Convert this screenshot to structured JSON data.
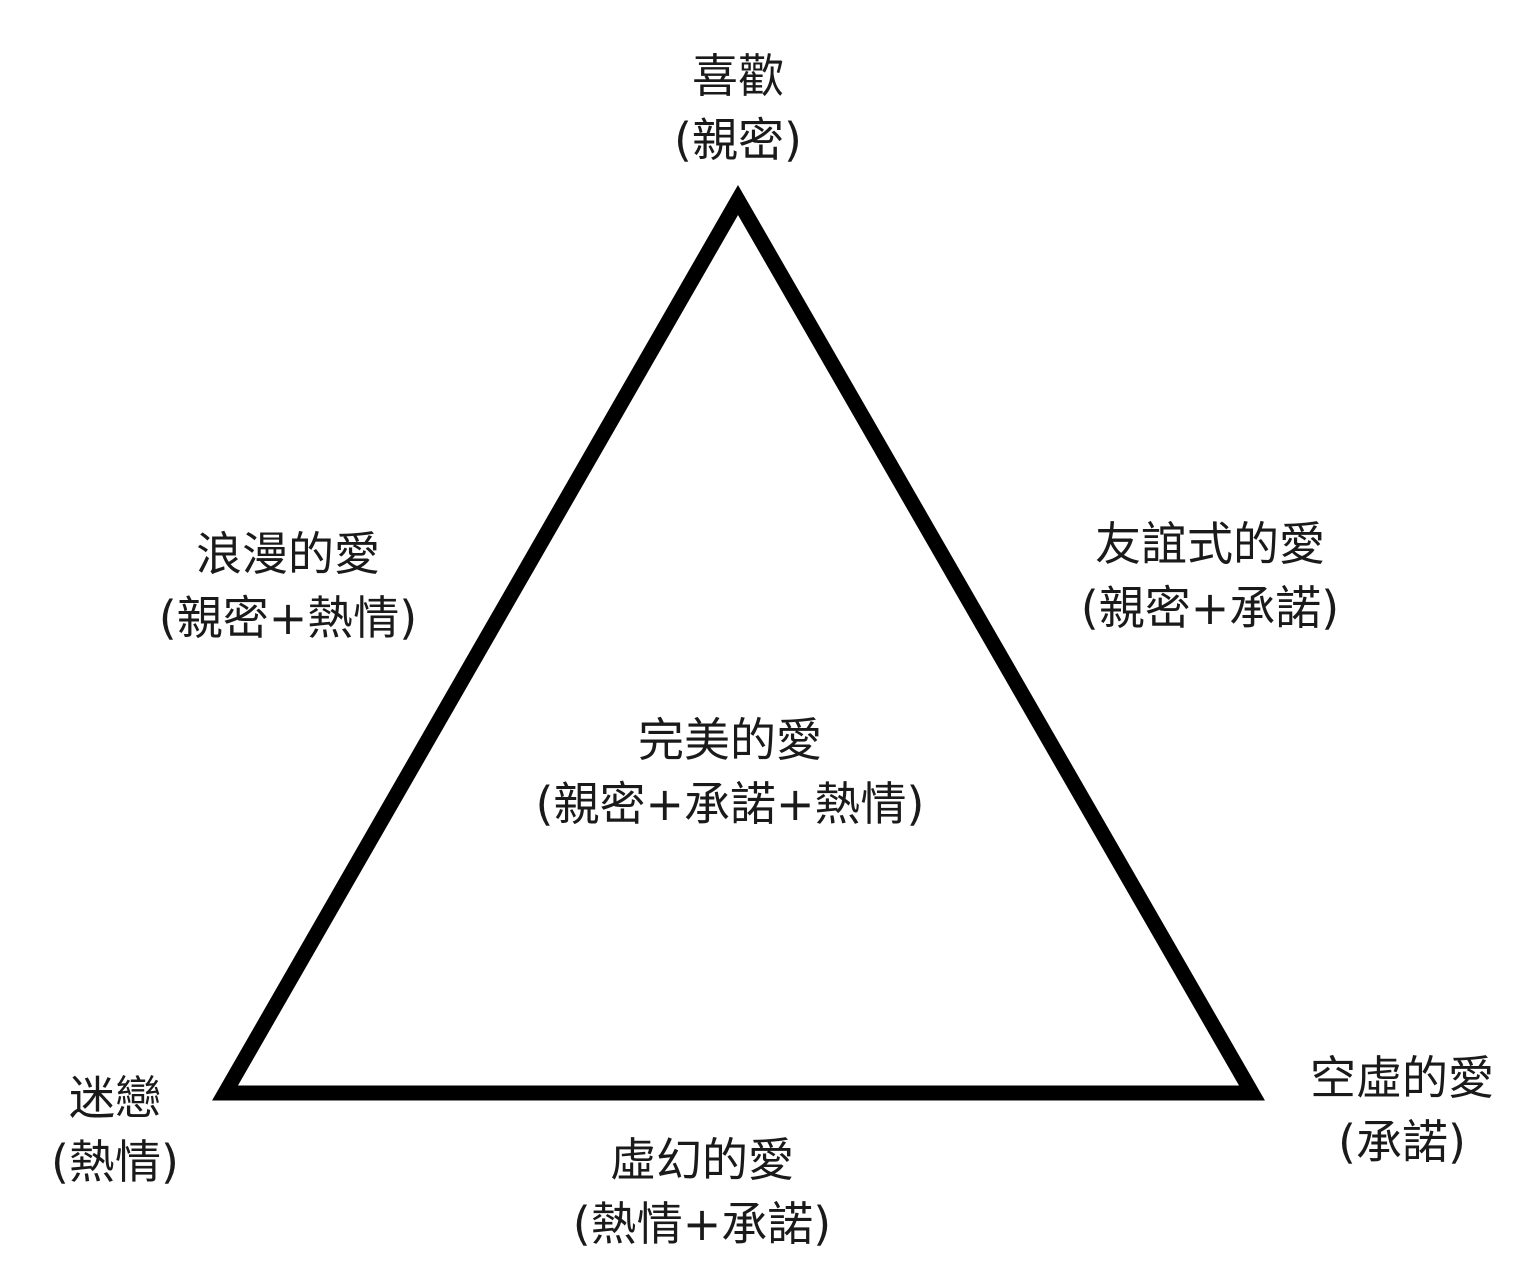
{
  "triangle": {
    "stroke_color": "#000000"
  },
  "labels": {
    "top": {
      "name": "喜歡",
      "formula": "(親密)"
    },
    "left_side": {
      "name": "浪漫的愛",
      "formula": "(親密+熱情)"
    },
    "right_side": {
      "name": "友誼式的愛",
      "formula": "(親密+承諾)"
    },
    "center": {
      "name": "完美的愛",
      "formula": "(親密+承諾+熱情)"
    },
    "bottom_left": {
      "name": "迷戀",
      "formula": "(熱情)"
    },
    "bottom": {
      "name": "虛幻的愛",
      "formula": "(熱情+承諾)"
    },
    "bottom_right": {
      "name": "空虛的愛",
      "formula": "(承諾)"
    }
  }
}
